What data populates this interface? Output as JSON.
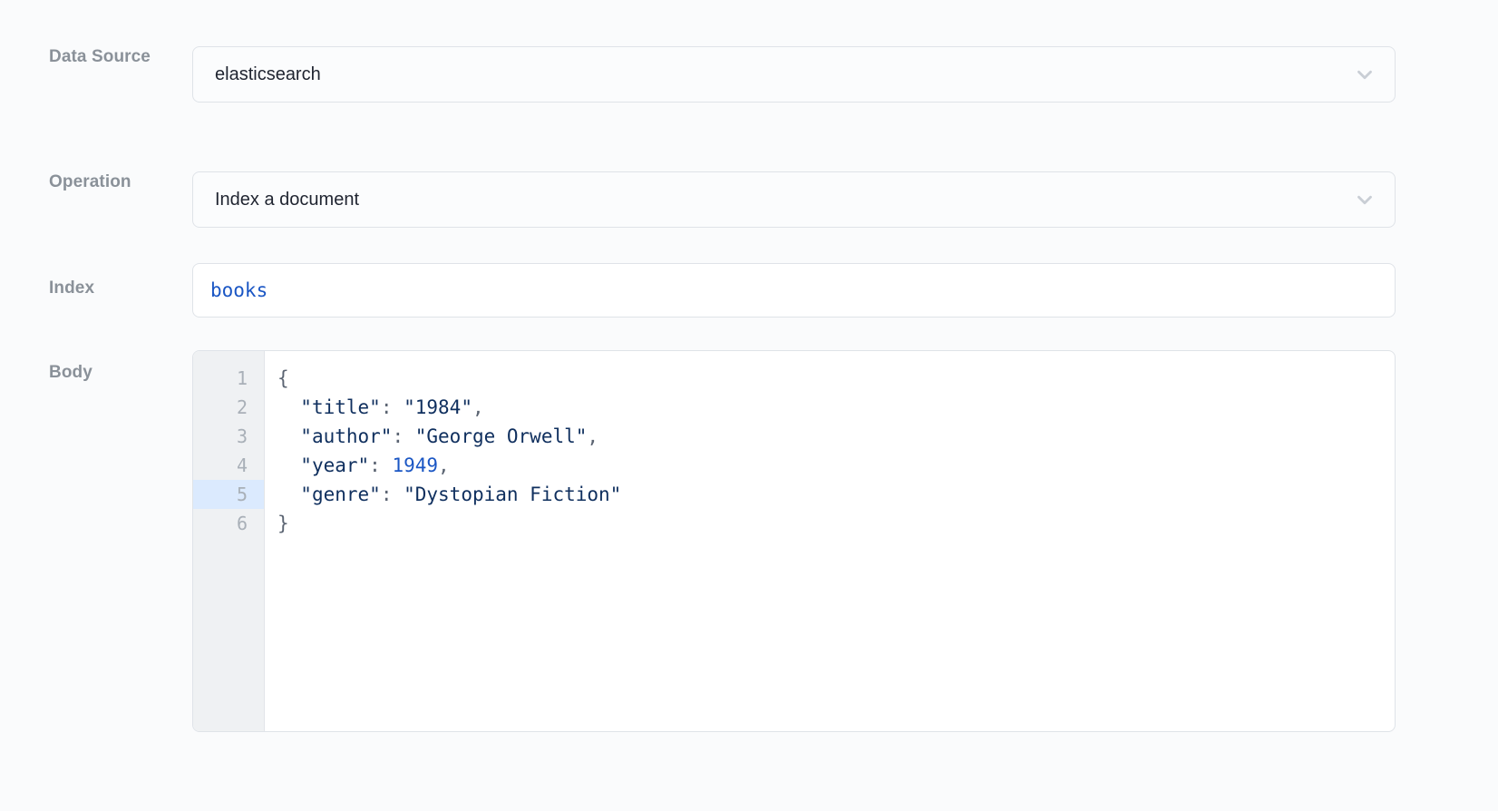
{
  "form": {
    "fields": [
      {
        "label": "Data Source",
        "type": "select",
        "value": "elasticsearch",
        "icon": "chevron-down-icon"
      },
      {
        "label": "Operation",
        "type": "select",
        "value": "Index a document",
        "icon": "chevron-down-icon"
      },
      {
        "label": "Index",
        "type": "code-input",
        "value": "books"
      },
      {
        "label": "Body",
        "type": "code-editor"
      }
    ]
  },
  "editor": {
    "active_line": 5,
    "line_numbers": [
      "1",
      "2",
      "3",
      "4",
      "5",
      "6"
    ],
    "lines": [
      {
        "n": "1",
        "tokens": [
          {
            "t": "{",
            "c": "tok-punct"
          }
        ]
      },
      {
        "n": "2",
        "tokens": [
          {
            "t": "  ",
            "c": "tok-punct"
          },
          {
            "t": "\"title\"",
            "c": "tok-key"
          },
          {
            "t": ": ",
            "c": "tok-punct"
          },
          {
            "t": "\"1984\"",
            "c": "tok-string"
          },
          {
            "t": ",",
            "c": "tok-punct"
          }
        ]
      },
      {
        "n": "3",
        "tokens": [
          {
            "t": "  ",
            "c": "tok-punct"
          },
          {
            "t": "\"author\"",
            "c": "tok-key"
          },
          {
            "t": ": ",
            "c": "tok-punct"
          },
          {
            "t": "\"George Orwell\"",
            "c": "tok-string"
          },
          {
            "t": ",",
            "c": "tok-punct"
          }
        ]
      },
      {
        "n": "4",
        "tokens": [
          {
            "t": "  ",
            "c": "tok-punct"
          },
          {
            "t": "\"year\"",
            "c": "tok-key"
          },
          {
            "t": ": ",
            "c": "tok-punct"
          },
          {
            "t": "1949",
            "c": "tok-number"
          },
          {
            "t": ",",
            "c": "tok-punct"
          }
        ]
      },
      {
        "n": "5",
        "tokens": [
          {
            "t": "  ",
            "c": "tok-punct"
          },
          {
            "t": "\"genre\"",
            "c": "tok-key"
          },
          {
            "t": ": ",
            "c": "tok-punct"
          },
          {
            "t": "\"Dystopian Fiction\"",
            "c": "tok-string"
          }
        ]
      },
      {
        "n": "6",
        "tokens": [
          {
            "t": "}",
            "c": "tok-punct"
          }
        ]
      }
    ]
  },
  "colors": {
    "page_background": "#fafbfc",
    "border": "#dfe3e8",
    "label_text": "#8a9199",
    "value_text": "#1f2430",
    "code_blue": "#1a56c4",
    "code_navy": "#0f2f5e",
    "gutter_background": "#eff1f3",
    "active_line_highlight": "#dbeafe"
  }
}
